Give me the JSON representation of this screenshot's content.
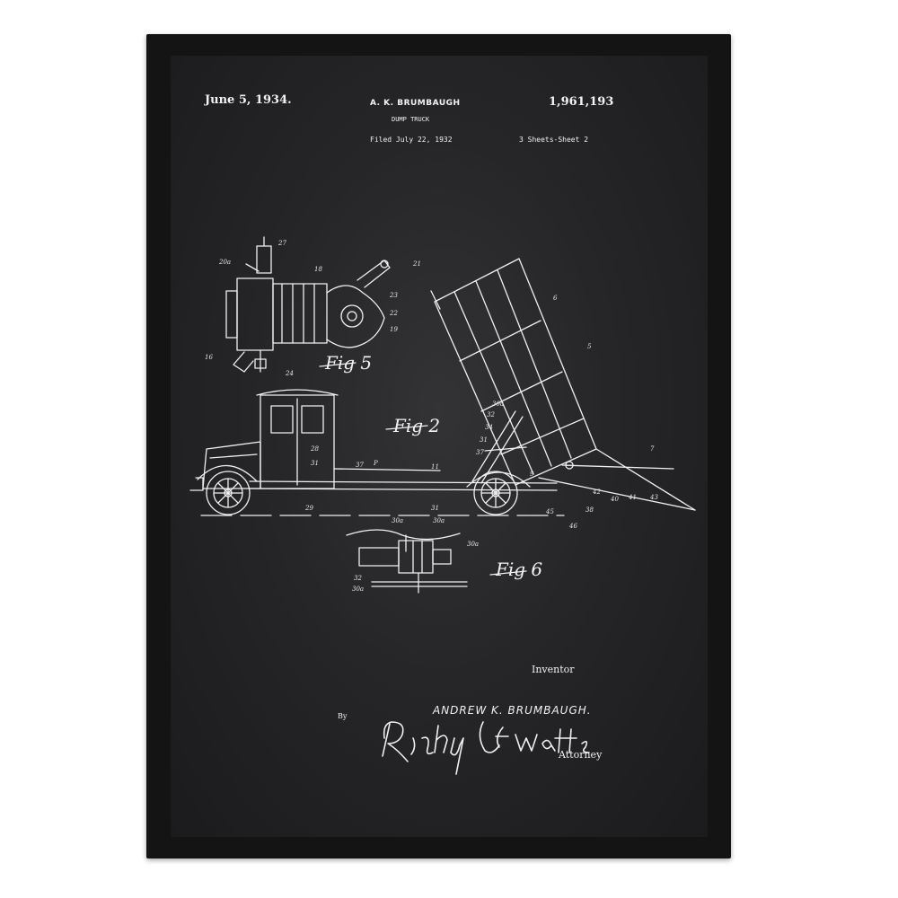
{
  "patent": {
    "date": "June 5, 1934.",
    "inventor": "A. K. BRUMBAUGH",
    "number": "1,961,193",
    "title": "DUMP TRUCK",
    "filed": "Filed July 22, 1932",
    "sheets": "3 Sheets-Sheet 2"
  },
  "figures": {
    "fig5": "Fig 5",
    "fig2": "Fig 2",
    "fig6": "Fig 6"
  },
  "signature": {
    "inventor_label": "Inventor",
    "inventor_name": "ANDREW K. BRUMBAUGH.",
    "by": "By",
    "attorney_signature": "Ricky J Watts",
    "attorney_label": "Attorney"
  },
  "colors": {
    "frame": "#141414",
    "poster_background": "#262628",
    "ink": "#f2f2f2"
  }
}
